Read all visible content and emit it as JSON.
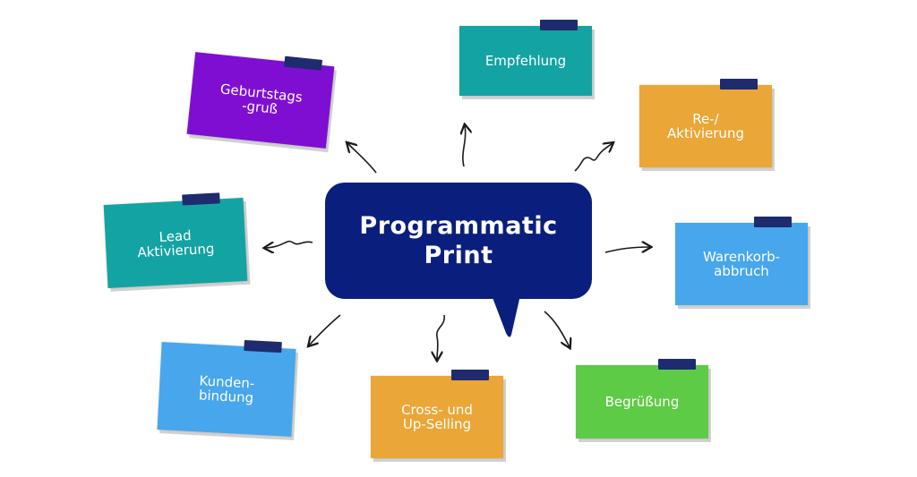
{
  "center": {
    "title": "Programmatic\nPrint",
    "color": "#0a1f7d"
  },
  "notes": [
    {
      "id": "geburtstag",
      "label": "Geburtstags\n-gruß",
      "color": "#7e0fd2"
    },
    {
      "id": "empfehlung",
      "label": "Empfehlung",
      "color": "#14a3a3"
    },
    {
      "id": "reaktiv",
      "label": "Re-/\nAktivierung",
      "color": "#eaa636"
    },
    {
      "id": "lead",
      "label": "Lead\nAktivierung",
      "color": "#14a3a3"
    },
    {
      "id": "warenkorb",
      "label": "Warenkorb-\nabbruch",
      "color": "#47a6ec"
    },
    {
      "id": "kunden",
      "label": "Kunden-\nbindung",
      "color": "#47a6ec"
    },
    {
      "id": "cross",
      "label": "Cross- und\nUp-Selling",
      "color": "#eaa636"
    },
    {
      "id": "begruss",
      "label": "Begrüßung",
      "color": "#5ecb46"
    }
  ],
  "colors": {
    "tape": "#1e2b6e",
    "arrow": "#1a1a1a"
  }
}
